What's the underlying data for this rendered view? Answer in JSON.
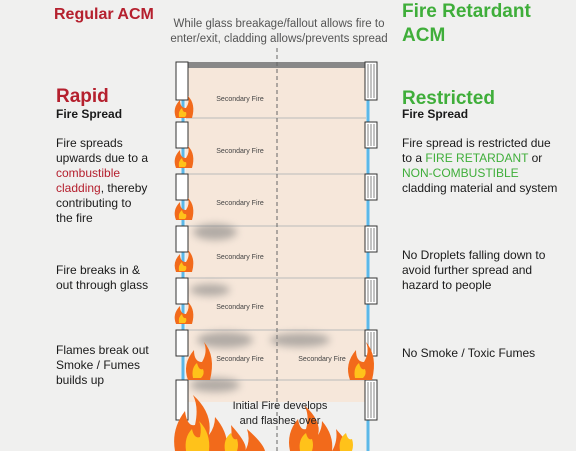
{
  "header": {
    "left_title": "Regular ACM",
    "right_title": "Fire Retardant ACM",
    "caption_line1": "While glass breakage/fallout allows fire to",
    "caption_line2": "enter/exit, cladding allows/prevents spread"
  },
  "left": {
    "heading": "Rapid",
    "subheading": "Fire Spread",
    "point1": {
      "line1": "Fire spreads",
      "line2": "upwards due to a",
      "highlight1": "combustible",
      "highlight2": "cladding",
      "line4_rest": ", thereby",
      "line5": "contributing to",
      "line6": "the fire"
    },
    "point2": {
      "line1": "Fire breaks in &",
      "line2": "out through glass"
    },
    "point3": {
      "line1": "Flames break out",
      "line2": "Smoke / Fumes",
      "line3": "builds up"
    }
  },
  "right": {
    "heading": "Restricted",
    "subheading": "Fire Spread",
    "point1": {
      "line1": "Fire spread is restricted due",
      "line2_prefix": "to a ",
      "highlight1": "FIRE RETARDANT",
      "line2_suffix": " or",
      "highlight2": "NON-COMBUSTIBLE",
      "line4": "cladding material and system"
    },
    "point2": {
      "line1": "No Droplets falling down to",
      "line2": "avoid further spread and",
      "line3": "hazard to people"
    },
    "point3": {
      "line1": "No Smoke / Toxic Fumes"
    }
  },
  "building": {
    "floor_label": "Secondary Fire",
    "initial_line1": "Initial Fire develops",
    "initial_line2": "and flashes over"
  },
  "colors": {
    "regular_red": "#b5202e",
    "retardant_green": "#3fae3a",
    "glass_blue": "#5bb8e8",
    "floor_fill": "#f6e7da",
    "flame_orange": "#f26a1b",
    "flame_yellow": "#ffc21a"
  }
}
